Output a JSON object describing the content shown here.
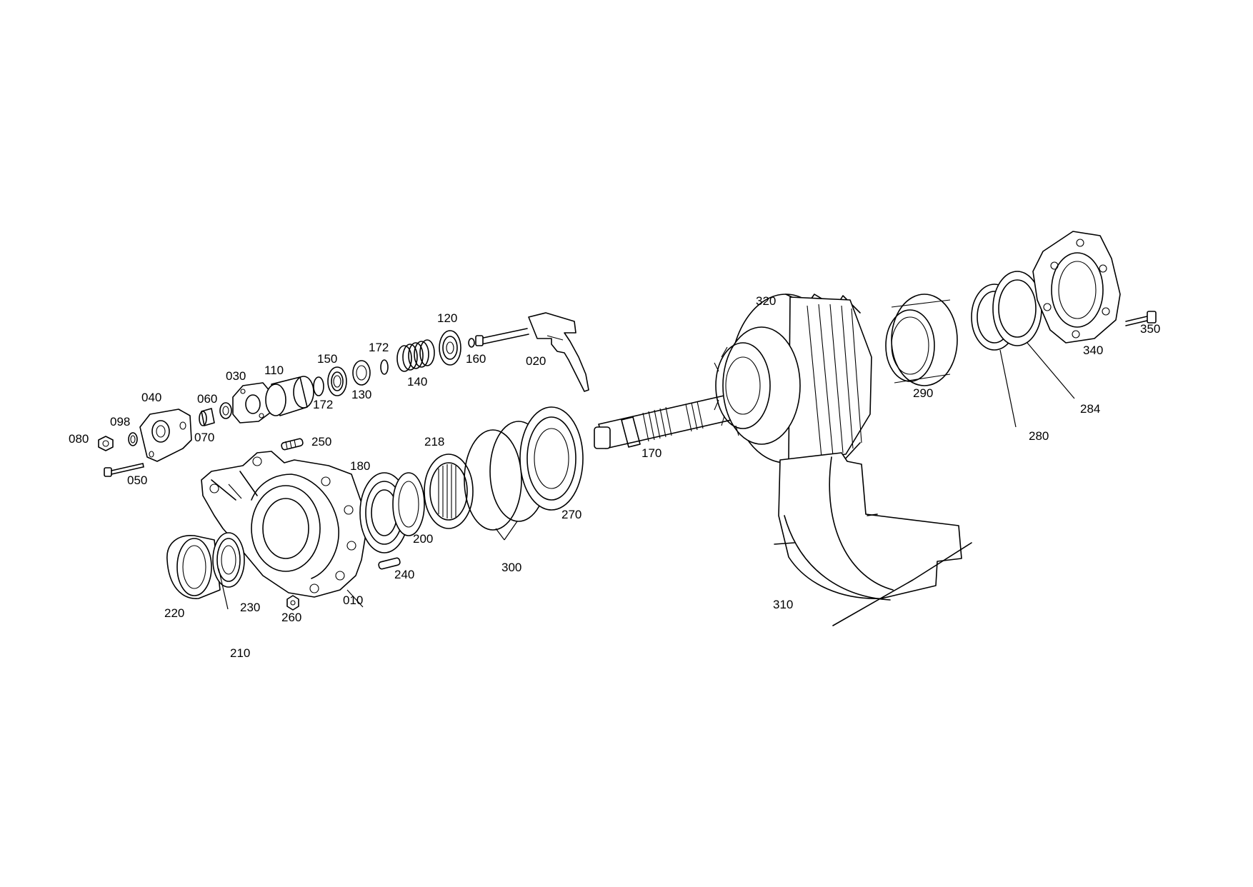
{
  "diagram": {
    "labels": [
      {
        "id": "label-010",
        "text": "010"
      },
      {
        "id": "label-020",
        "text": "020"
      },
      {
        "id": "label-030",
        "text": "030"
      },
      {
        "id": "label-040",
        "text": "040"
      },
      {
        "id": "label-050",
        "text": "050"
      },
      {
        "id": "label-060",
        "text": "060"
      },
      {
        "id": "label-070",
        "text": "070"
      },
      {
        "id": "label-080",
        "text": "080"
      },
      {
        "id": "label-098",
        "text": "098"
      },
      {
        "id": "label-110",
        "text": "110"
      },
      {
        "id": "label-120",
        "text": "120"
      },
      {
        "id": "label-130",
        "text": "130"
      },
      {
        "id": "label-140",
        "text": "140"
      },
      {
        "id": "label-150",
        "text": "150"
      },
      {
        "id": "label-160",
        "text": "160"
      },
      {
        "id": "label-170",
        "text": "170"
      },
      {
        "id": "label-172a",
        "text": "172"
      },
      {
        "id": "label-172b",
        "text": "172"
      },
      {
        "id": "label-180",
        "text": "180"
      },
      {
        "id": "label-200",
        "text": "200"
      },
      {
        "id": "label-210",
        "text": "210"
      },
      {
        "id": "label-218",
        "text": "218"
      },
      {
        "id": "label-220",
        "text": "220"
      },
      {
        "id": "label-230",
        "text": "230"
      },
      {
        "id": "label-240",
        "text": "240"
      },
      {
        "id": "label-250",
        "text": "250"
      },
      {
        "id": "label-260",
        "text": "260"
      },
      {
        "id": "label-270",
        "text": "270"
      },
      {
        "id": "label-280",
        "text": "280"
      },
      {
        "id": "label-284",
        "text": "284"
      },
      {
        "id": "label-290",
        "text": "290"
      },
      {
        "id": "label-300",
        "text": "300"
      },
      {
        "id": "label-310",
        "text": "310"
      },
      {
        "id": "label-320",
        "text": "320"
      },
      {
        "id": "label-340",
        "text": "340"
      },
      {
        "id": "label-350",
        "text": "350"
      }
    ]
  }
}
